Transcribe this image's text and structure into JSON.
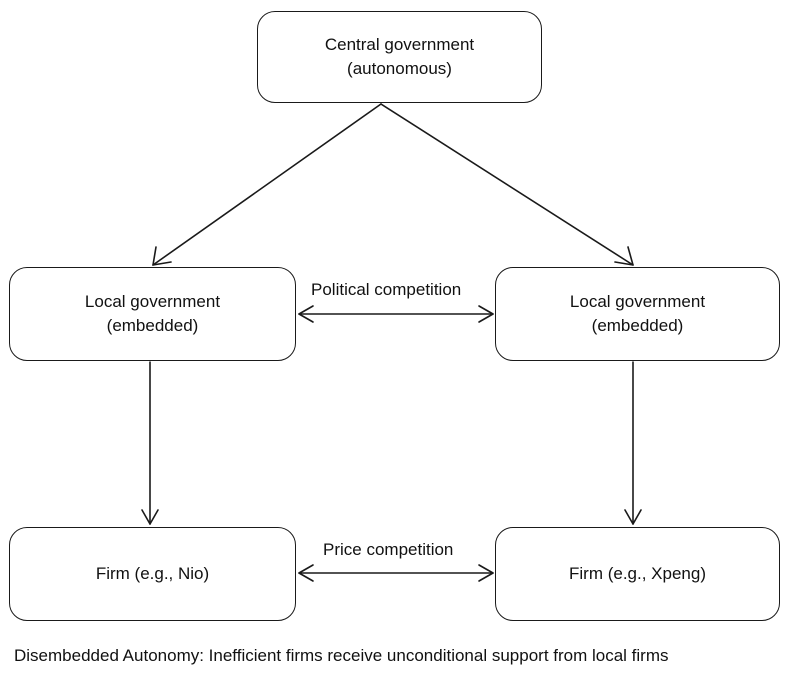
{
  "nodes": {
    "central": {
      "line1": "Central government",
      "line2": "(autonomous)"
    },
    "local_left": {
      "line1": "Local government",
      "line2": "(embedded)"
    },
    "local_right": {
      "line1": "Local government",
      "line2": "(embedded)"
    },
    "firm_left": {
      "line1": "Firm (e.g., Nio)"
    },
    "firm_right": {
      "line1": "Firm (e.g., Xpeng)"
    }
  },
  "edges": {
    "political": "Political competition",
    "price": "Price competition"
  },
  "caption": "Disembedded Autonomy: Inefficient firms receive unconditional support from local firms",
  "colors": {
    "stroke": "#1a1a1a",
    "background": "#ffffff"
  }
}
